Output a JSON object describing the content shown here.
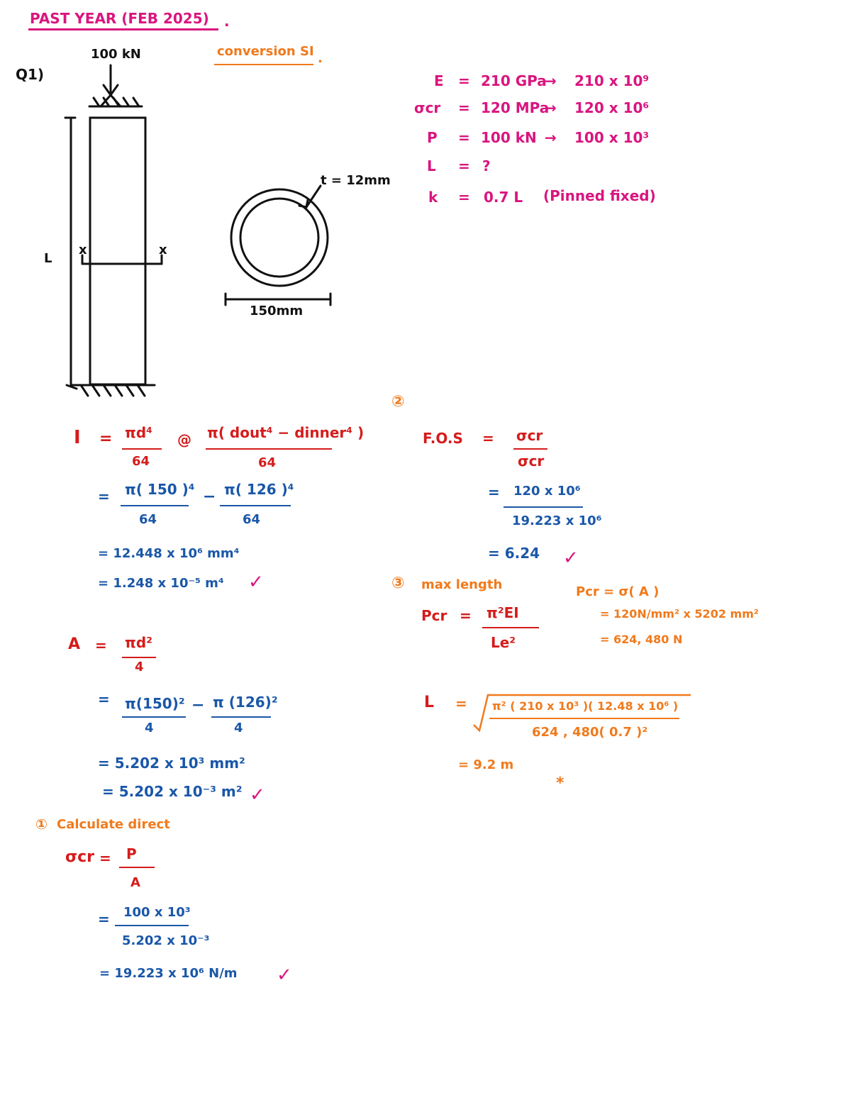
{
  "header": {
    "title": "PAST YEAR (FEB 2025)",
    "title_dot": ".",
    "subtitle": "conversion SI",
    "subtitle_dot": "."
  },
  "figure": {
    "question": "Q1)",
    "load": "100 kN",
    "length": "L",
    "section_a": "x",
    "section_b": "x",
    "thickness": "t = 12mm",
    "diameter": "150mm"
  },
  "givens": [
    {
      "symbol": "E",
      "eq": "=",
      "value": "210 GPa",
      "arrow": "→",
      "si": "210 x 10⁹"
    },
    {
      "symbol": "σcr",
      "eq": "=",
      "value": "120 MPa",
      "arrow": "→",
      "si": "120 x 10⁶"
    },
    {
      "symbol": "P",
      "eq": "=",
      "value": "100 kN",
      "arrow": "→",
      "si": "100 x 10³"
    },
    {
      "symbol": "L",
      "eq": "=",
      "value": "?",
      "arrow": "",
      "si": ""
    },
    {
      "symbol": "k",
      "eq": "=",
      "value": "0.7 L",
      "arrow": "",
      "si": "(Pinned fixed)"
    }
  ],
  "inertia": {
    "lhs": "I",
    "eq": "=",
    "f1_num": "πd⁴",
    "f1_den": "64",
    "or": "@",
    "f2_num": "π( dout⁴ − dinner⁴ )",
    "f2_den": "64",
    "s1_eq": "=",
    "s1_a_num": "π( 150 )⁴",
    "s1_a_den": "64",
    "s1_minus": "−",
    "s1_b_num": "π( 126 )⁴",
    "s1_b_den": "64",
    "s2": "=  12.448 x 10⁶ mm⁴",
    "s3": "=  1.248 x 10⁻⁵ m⁴",
    "check": "✓"
  },
  "area": {
    "lhs": "A",
    "eq": "=",
    "f_num": "πd²",
    "f_den": "4",
    "s1_eq": "=",
    "s1_a_num": "π(150)²",
    "s1_a_den": "4",
    "s1_minus": "−",
    "s1_b_num": "π (126)²",
    "s1_b_den": "4",
    "s2": "=  5.202 x 10³ mm²",
    "s3": "=  5.202 x 10⁻³ m²",
    "check": "✓"
  },
  "direct": {
    "step": "Calculate direct",
    "step_marker": "①",
    "lhs": "σcr",
    "eq": "=",
    "f_num": "P",
    "f_den": "A",
    "s1_eq": "=",
    "s1_num": "100 x 10³",
    "s1_den": "5.202 x 10⁻³",
    "s2": "=  19.223 x 10⁶ N/m",
    "check": "✓"
  },
  "fos": {
    "marker": "②",
    "lhs": "F.O.S",
    "eq": "=",
    "f_num": "σcr",
    "f_den": "σcr",
    "s1_eq": "=",
    "s1_num": "120 x 10⁶",
    "s1_den": "19.223 x 10⁶",
    "s2": "=  6.24",
    "check": "✓"
  },
  "maxlen": {
    "marker": "③",
    "step": "max length",
    "lhs": "Pcr",
    "eq": "=",
    "f_num": "π²EI",
    "f_den": "Le²",
    "side1": "Pcr = σ( A )",
    "side2": "= 120N/mm² x 5202 mm²",
    "side3": "= 624, 480 N",
    "l_lhs": "L",
    "l_eq": "=",
    "l_num": "π² ( 210 x 10³ )( 12.48 x 10⁶ )",
    "l_den": "624 , 480( 0.7 )²",
    "result": "=   9.2 m",
    "star": "*"
  }
}
